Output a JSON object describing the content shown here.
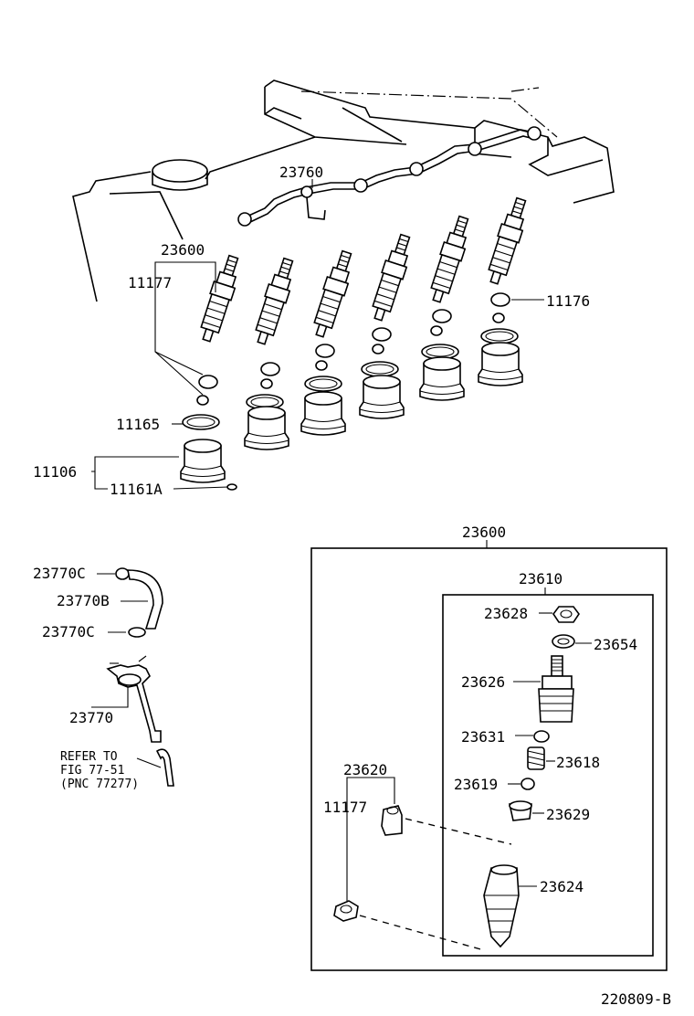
{
  "labels": {
    "p23760": "23760",
    "p23600_top": "23600",
    "p11177_top": "11177",
    "p11176": "11176",
    "p11165": "11165",
    "p11106": "11106",
    "p11161A": "11161A",
    "p23600_box": "23600",
    "p23610": "23610",
    "p23628": "23628",
    "p23654": "23654",
    "p23626": "23626",
    "p23631": "23631",
    "p23618": "23618",
    "p23619": "23619",
    "p23629": "23629",
    "p23620": "23620",
    "p11177_box": "11177",
    "p23624": "23624",
    "p23770C_top": "23770C",
    "p23770B": "23770B",
    "p23770C_bottom": "23770C",
    "p23770": "23770"
  },
  "refer_note": {
    "line1": "REFER TO",
    "line2": "FIG 77-51",
    "line3": "(PNC 77277)"
  },
  "figure_id": "220809-B"
}
